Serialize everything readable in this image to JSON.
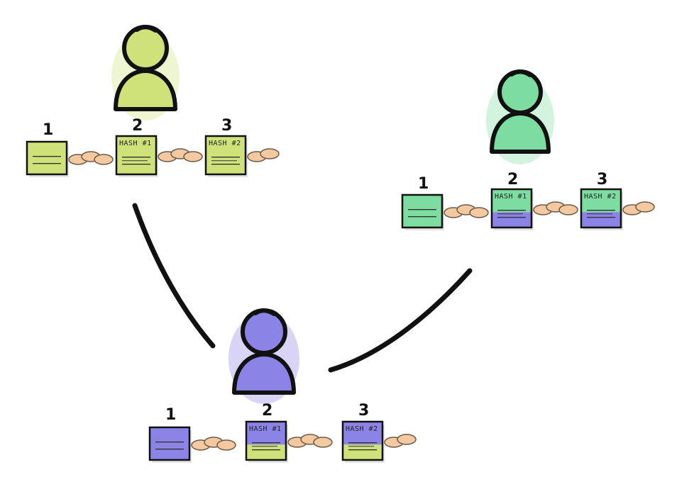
{
  "colors": {
    "yellow_green": "#cfe27a",
    "green": "#7ddca0",
    "blue": "#8b84e6",
    "chain": "#f5c9a0",
    "line": "#111111"
  },
  "participants": [
    {
      "id": "top-left",
      "color_key": "yellow_green",
      "blocks": [
        {
          "number": "1",
          "hash_label": "",
          "color_key": "yellow_green",
          "bottom_color_key": null
        },
        {
          "number": "2",
          "hash_label": "HASH #1",
          "color_key": "yellow_green",
          "bottom_color_key": null
        },
        {
          "number": "3",
          "hash_label": "HASH #2",
          "color_key": "yellow_green",
          "bottom_color_key": null
        }
      ]
    },
    {
      "id": "right",
      "color_key": "green",
      "blocks": [
        {
          "number": "1",
          "hash_label": "",
          "color_key": "green",
          "bottom_color_key": null
        },
        {
          "number": "2",
          "hash_label": "HASH #1",
          "color_key": "green",
          "bottom_color_key": "blue"
        },
        {
          "number": "3",
          "hash_label": "HASH #2",
          "color_key": "green",
          "bottom_color_key": "blue"
        }
      ]
    },
    {
      "id": "bottom",
      "color_key": "blue",
      "blocks": [
        {
          "number": "1",
          "hash_label": "",
          "color_key": "blue",
          "bottom_color_key": null
        },
        {
          "number": "2",
          "hash_label": "HASH #1",
          "color_key": "blue",
          "bottom_color_key": "yellow_green"
        },
        {
          "number": "3",
          "hash_label": "HASH #2",
          "color_key": "blue",
          "bottom_color_key": "yellow_green"
        }
      ]
    }
  ],
  "connections": [
    {
      "from": "top-left",
      "to": "bottom"
    },
    {
      "from": "right",
      "to": "bottom"
    }
  ]
}
